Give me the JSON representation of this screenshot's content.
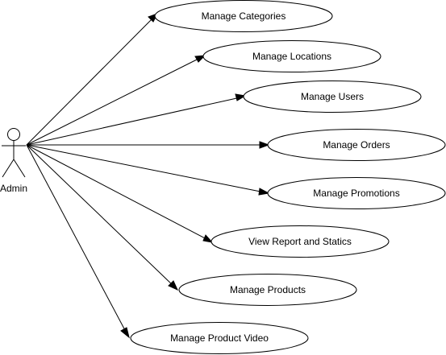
{
  "diagram": {
    "actor": {
      "name": "Admin"
    },
    "use_cases": [
      {
        "name": "Manage Categories"
      },
      {
        "name": "Manage Locations"
      },
      {
        "name": "Manage Users"
      },
      {
        "name": "Manage Orders"
      },
      {
        "name": "Manage Promotions"
      },
      {
        "name": "View Report and Statics"
      },
      {
        "name": "Manage Products"
      },
      {
        "name": "Manage Product Video"
      }
    ]
  }
}
